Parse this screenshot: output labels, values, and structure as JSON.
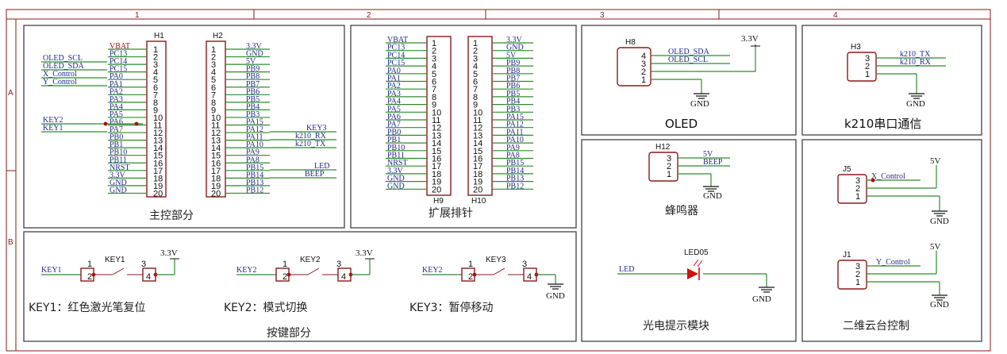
{
  "columns": [
    "1",
    "2",
    "3",
    "4"
  ],
  "rows": [
    "A",
    "B"
  ],
  "h1": {
    "ref": "H1",
    "left_nets": [
      "VBAT",
      "PC13",
      "PC14",
      "PC15",
      "PA0",
      "PA1",
      "PA2",
      "PA3",
      "PA4",
      "PA5",
      "PA6",
      "PA7",
      "PB0",
      "PB1",
      "PB10",
      "PB11",
      "NRST",
      "3.3V",
      "GND",
      "GND"
    ],
    "pins": [
      "1",
      "2",
      "3",
      "4",
      "5",
      "6",
      "7",
      "8",
      "9",
      "10",
      "11",
      "12",
      "13",
      "14",
      "15",
      "16",
      "17",
      "18",
      "19",
      "20"
    ],
    "ext_labels": [
      "OLED_SCL",
      "OLED_SDA",
      "X_Control",
      "Y_Control",
      "KEY2",
      "KEY1"
    ]
  },
  "h2": {
    "ref": "H2",
    "right_nets": [
      "3.3V",
      "GND",
      "5V",
      "PB9",
      "PB8",
      "PB7",
      "PB6",
      "PB5",
      "PB4",
      "PB3",
      "PA15",
      "PA12",
      "PA11",
      "PA10",
      "PA9",
      "PA8",
      "PB15",
      "PB14",
      "PB13",
      "PB12"
    ],
    "ext_labels": [
      "KEY3",
      "k210_RX",
      "k210_TX",
      "LED",
      "BEEP"
    ]
  },
  "main_title": "主控部分",
  "h9": {
    "ref": "H9",
    "left_nets": [
      "VBAT",
      "PC13",
      "PC14",
      "PC15",
      "PA0",
      "PA1",
      "PA2",
      "PA3",
      "PA4",
      "PA5",
      "PA6",
      "PA7",
      "PB0",
      "PB1",
      "PB10",
      "PB11",
      "NRST",
      "3.3V",
      "GND",
      "GND"
    ]
  },
  "h10": {
    "ref": "H10",
    "right_nets": [
      "3.3V",
      "GND",
      "5V",
      "PB9",
      "PB8",
      "PB7",
      "PB6",
      "PB5",
      "PB4",
      "PB3",
      "PA15",
      "PA12",
      "PA11",
      "PA10",
      "PA9",
      "PA8",
      "PB15",
      "PB14",
      "PB13",
      "PB12"
    ]
  },
  "expand_title": "扩展排针",
  "oled": {
    "ref": "H8",
    "pins": [
      "4",
      "3",
      "2",
      "1"
    ],
    "nets": [
      "OLED_SDA",
      "OLED_SCL"
    ],
    "power": "3.3V",
    "gnd": "GND",
    "title": "OLED"
  },
  "k210": {
    "ref": "H3",
    "pins": [
      "3",
      "2",
      "1"
    ],
    "nets": [
      "k210_TX",
      "k210_RX"
    ],
    "gnd": "GND",
    "title": "k210串口通信"
  },
  "buzzer": {
    "ref": "H12",
    "pins": [
      "3",
      "2",
      "1"
    ],
    "nets": [
      "5V",
      "BEEP"
    ],
    "gnd": "GND",
    "title": "蜂鸣器"
  },
  "led": {
    "ref": "LED05",
    "net": "LED",
    "gnd": "GND",
    "title": "光电提示模块"
  },
  "gimbal": {
    "j5": {
      "ref": "J5",
      "pins": [
        "3",
        "2",
        "1"
      ],
      "net": "X_Control",
      "power": "5V",
      "gnd": "GND"
    },
    "j1": {
      "ref": "J1",
      "pins": [
        "3",
        "2",
        "1"
      ],
      "net": "Y_Control",
      "power": "5V",
      "gnd": "GND"
    },
    "title": "二维云台控制"
  },
  "keys": {
    "title": "按键部分",
    "items": [
      {
        "ref": "KEY1",
        "net": "KEY1",
        "power": "3.3V",
        "pins": [
          "1",
          "2",
          "3",
          "4"
        ],
        "desc": "KEY1：红色激光笔复位"
      },
      {
        "ref": "KEY2",
        "net": "KEY2",
        "power": "3.3V",
        "pins": [
          "1",
          "2",
          "3",
          "4"
        ],
        "desc": "KEY2：模式切换"
      },
      {
        "ref": "KEY3",
        "net": "KEY2",
        "power": "GND",
        "pins": [
          "1",
          "2",
          "3",
          "4"
        ],
        "desc": "KEY3：暂停移动"
      }
    ]
  }
}
